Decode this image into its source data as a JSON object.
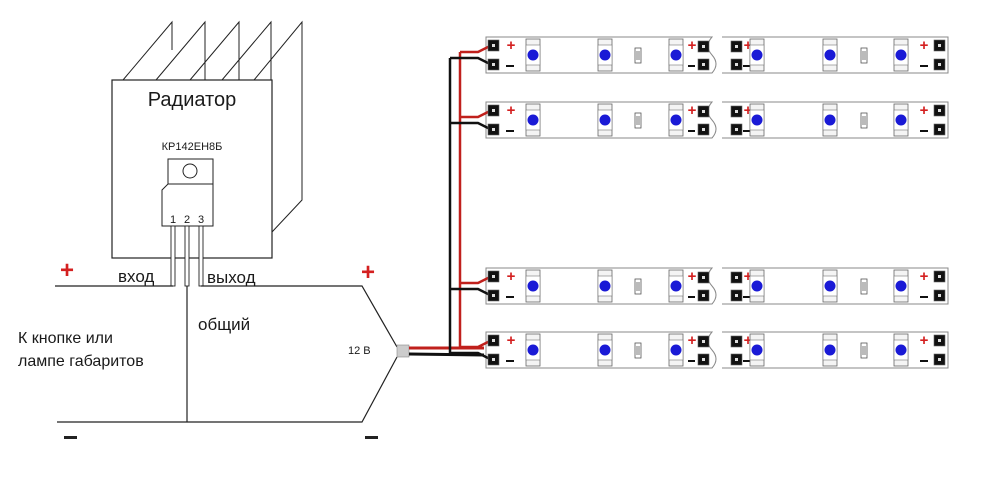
{
  "radiator": {
    "title": "Радиатор"
  },
  "regulator": {
    "part_number": "КР142ЕН8Б",
    "pins": [
      "1",
      "2",
      "3"
    ]
  },
  "labels": {
    "input": "вход",
    "output": "выход",
    "common": "общий",
    "source_line1": "К кнопке или",
    "source_line2": "лампе габаритов",
    "voltage": "12 В"
  },
  "polarity": {
    "plus": "+",
    "minus": "−"
  },
  "colors": {
    "wire_positive": "#c0201c",
    "wire_negative": "#111111",
    "led": "#1a1ad6",
    "plus_sign": "#d42020",
    "line": "#222222"
  },
  "led_strips": {
    "count": 4,
    "segments_per_strip": 2,
    "leds_per_segment": 3,
    "resistors_per_segment": 1
  }
}
